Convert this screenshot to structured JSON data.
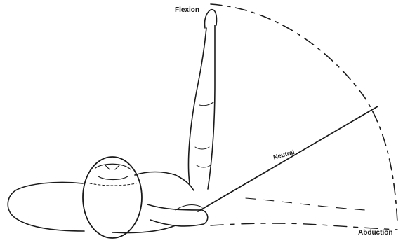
{
  "diagram": {
    "labels": {
      "flexion": "Flexion",
      "neutral": "Neutral",
      "abduction": "Abduction"
    },
    "colors": {
      "ink": "#1a1a1a",
      "background": "#ffffff"
    }
  }
}
